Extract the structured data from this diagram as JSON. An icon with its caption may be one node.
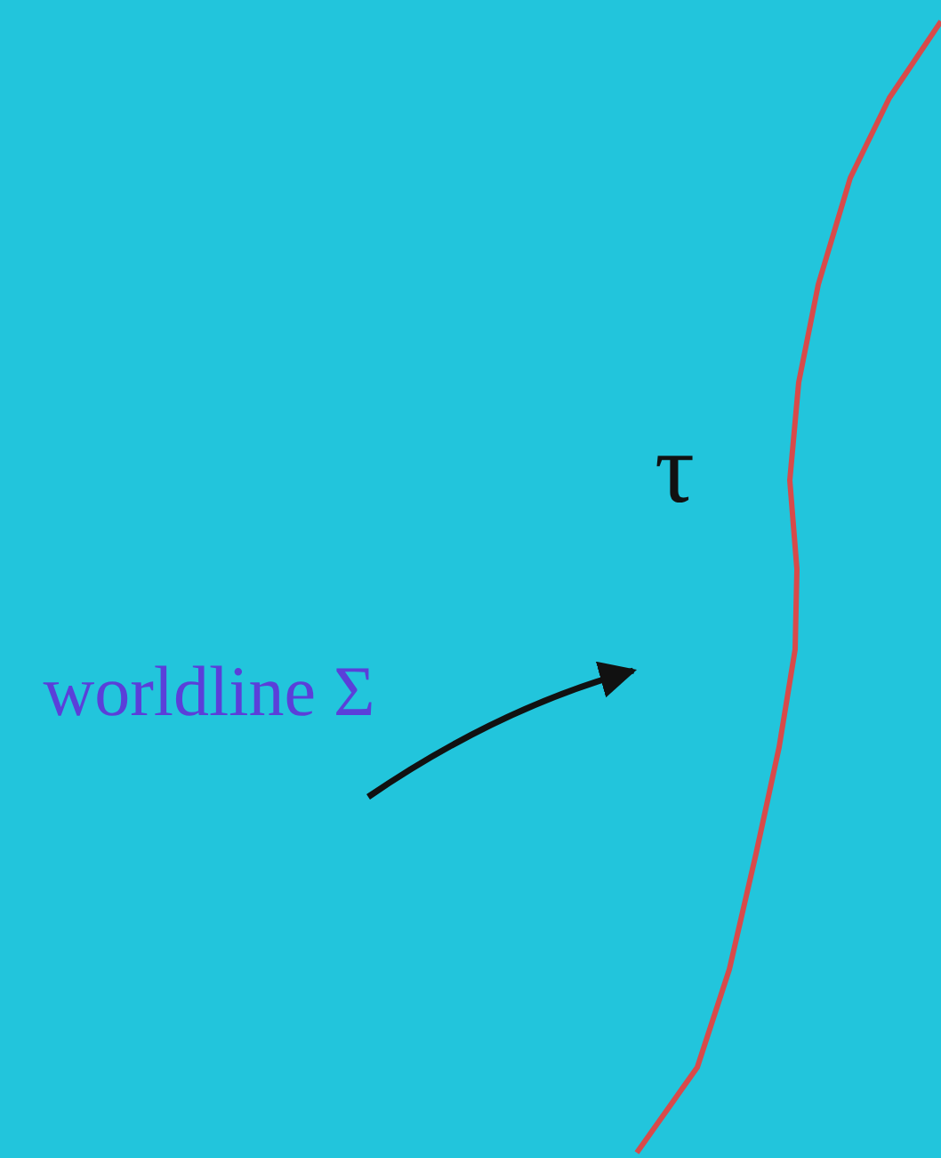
{
  "diagram": {
    "nodes": [
      {
        "text": [
          "worldline Σ"
        ]
      },
      {
        "text": [],
        "shape": "curve"
      }
    ],
    "edges": [
      {
        "from": 0,
        "to": 1,
        "arrow": "to"
      }
    ],
    "labels": [
      "τ"
    ]
  }
}
